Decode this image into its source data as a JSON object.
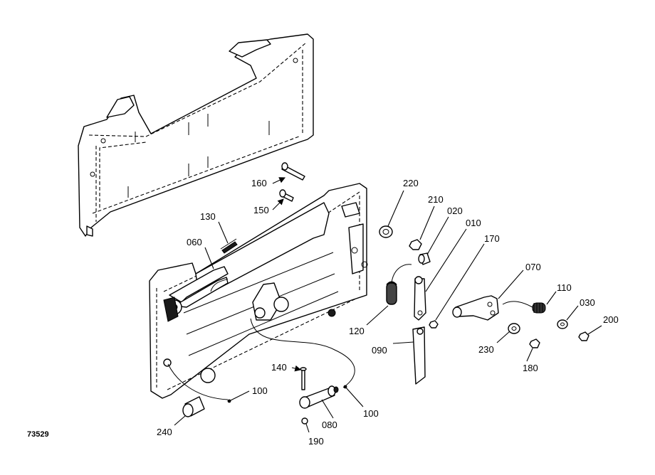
{
  "figure_number": "73529",
  "callouts": {
    "c010": "010",
    "c020": "020",
    "c030": "030",
    "c060": "060",
    "c070": "070",
    "c080": "080",
    "c090": "090",
    "c100a": "100",
    "c100b": "100",
    "c110": "110",
    "c120": "120",
    "c130": "130",
    "c140": "140",
    "c150": "150",
    "c160": "160",
    "c170": "170",
    "c180": "180",
    "c190": "190",
    "c200": "200",
    "c210": "210",
    "c220": "220",
    "c230": "230",
    "c240": "240"
  }
}
